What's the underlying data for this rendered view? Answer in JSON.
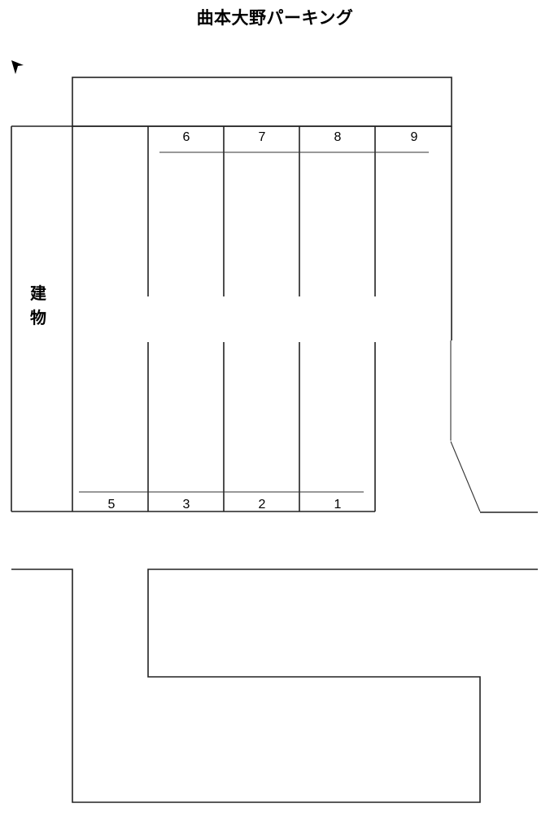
{
  "title": "曲本大野パーキング",
  "building_label_line1": "建",
  "building_label_line2": "物",
  "north_icon": "arrow-pointer-icon",
  "stalls_top": [
    {
      "number": "6"
    },
    {
      "number": "7"
    },
    {
      "number": "8"
    },
    {
      "number": "9"
    }
  ],
  "stalls_bottom": [
    {
      "number": "5"
    },
    {
      "number": "3"
    },
    {
      "number": "2"
    },
    {
      "number": "1"
    }
  ],
  "colors": {
    "line": "#222222",
    "background": "#ffffff"
  }
}
